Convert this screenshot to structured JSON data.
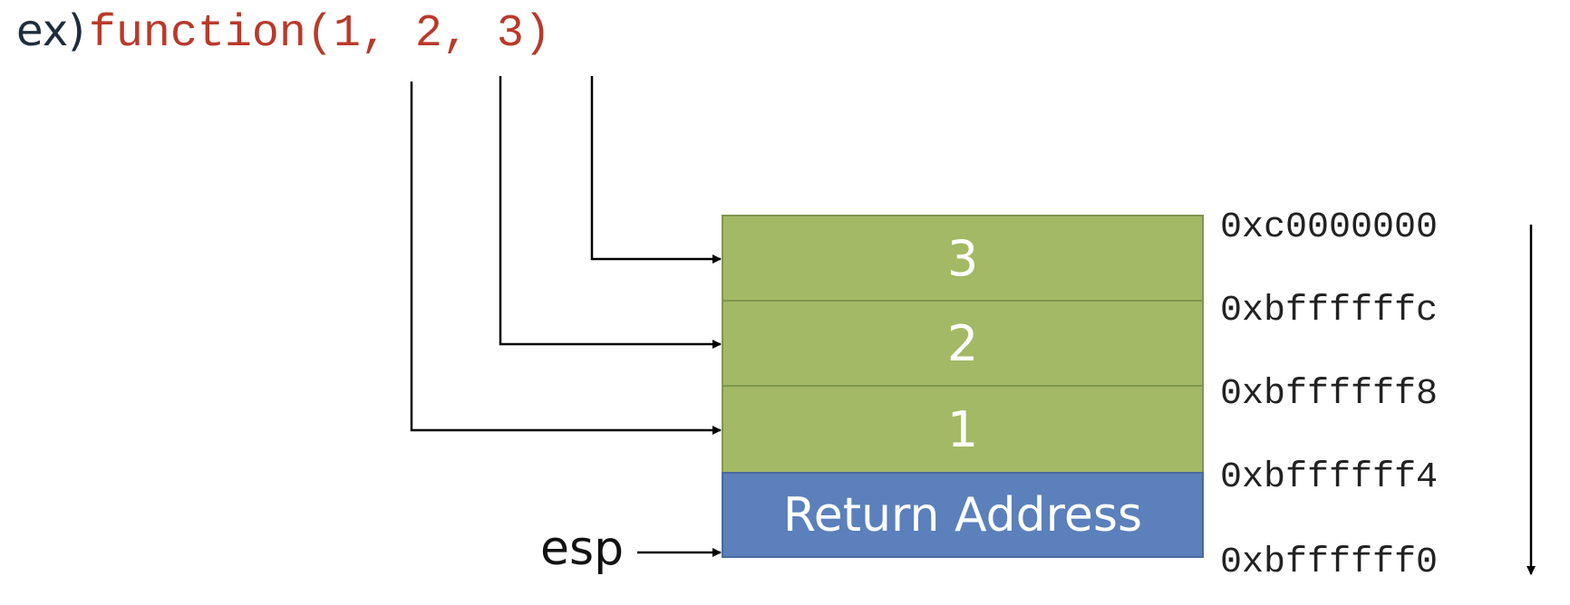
{
  "example": {
    "prefix": "ex)",
    "call": "function(1, 2, 3)"
  },
  "stack": {
    "cells": [
      {
        "label": "3",
        "color": "#a3b966"
      },
      {
        "label": "2",
        "color": "#a3b966"
      },
      {
        "label": "1",
        "color": "#a3b966"
      },
      {
        "label": "Return Address",
        "color": "#5b80bb"
      }
    ],
    "addresses": [
      "0xc0000000",
      "0xbffffffc",
      "0xbffffff8",
      "0xbffffff4",
      "0xbffffff0"
    ]
  },
  "pointer": {
    "label": "esp"
  },
  "colors": {
    "code_text": "#b83a2a",
    "arrow": "#000000"
  },
  "icons": [
    "arrow-head-icon",
    "downward-arrow-icon"
  ]
}
